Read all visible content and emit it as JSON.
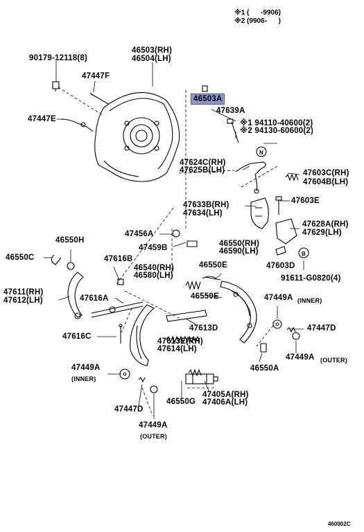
{
  "notes": [
    "※1 (      -9906)",
    "※2 (9906-      )"
  ],
  "footer_code": "460002C",
  "labels": {
    "l90179": "90179-12118(8)",
    "l46503": "46503(RH)",
    "l46504": "46504(LH)",
    "l47447f": "47447F",
    "l47447e": "47447E",
    "l46503a": "46503A",
    "l47639a": "47639A",
    "l94110": "※1 94110-40600(2)",
    "l94130": "※2 94130-60600(2)",
    "l47624c": "47624C(RH)",
    "l47625b": "47625B(LH)",
    "l47603c": "47603C(RH)",
    "l47604b": "47604B(LH)",
    "l47633b": "47633B(RH)",
    "l47634": "47634(LH)",
    "l47603e": "47603E",
    "l47628a": "47628A(RH)",
    "l47629": "47629(LH)",
    "l47456a": "47456A",
    "l47459b": "47459B",
    "l46550h": "46550H",
    "l46550c": "46550C",
    "l46550rh": "46550(RH)",
    "l46590": "46590(LH)",
    "l47603d": "47603D",
    "l91611": "91611-G0820(4)",
    "l47616b": "47616B",
    "l46540": "46540(RH)",
    "l46580": "46580(LH)",
    "l46550e1": "46550E",
    "l46550e2": "46550E",
    "l47611": "47611(RH)",
    "l47612": "47612(LH)",
    "l47616a": "47616A",
    "l47449a1": "47449A",
    "inner1": "(INNER)",
    "l47447d1": "47447D",
    "l47613d": "47613D",
    "l47616c": "47616C",
    "l47613e": "47613E(RH)",
    "l47614": "47614(LH)",
    "l47449a2": "47449A",
    "outer1": "(OUTER)",
    "l46550a": "46550A",
    "l47449a3": "47449A",
    "inner2": "(INNER)",
    "l47447d2": "47447D",
    "l46550g": "46550G",
    "l47405a": "47405A(RH)",
    "l47406a": "47406A(LH)",
    "l47449a4": "47449A",
    "outer2": "(OUTER)",
    "circle_n": "N",
    "circle_b": "B"
  }
}
